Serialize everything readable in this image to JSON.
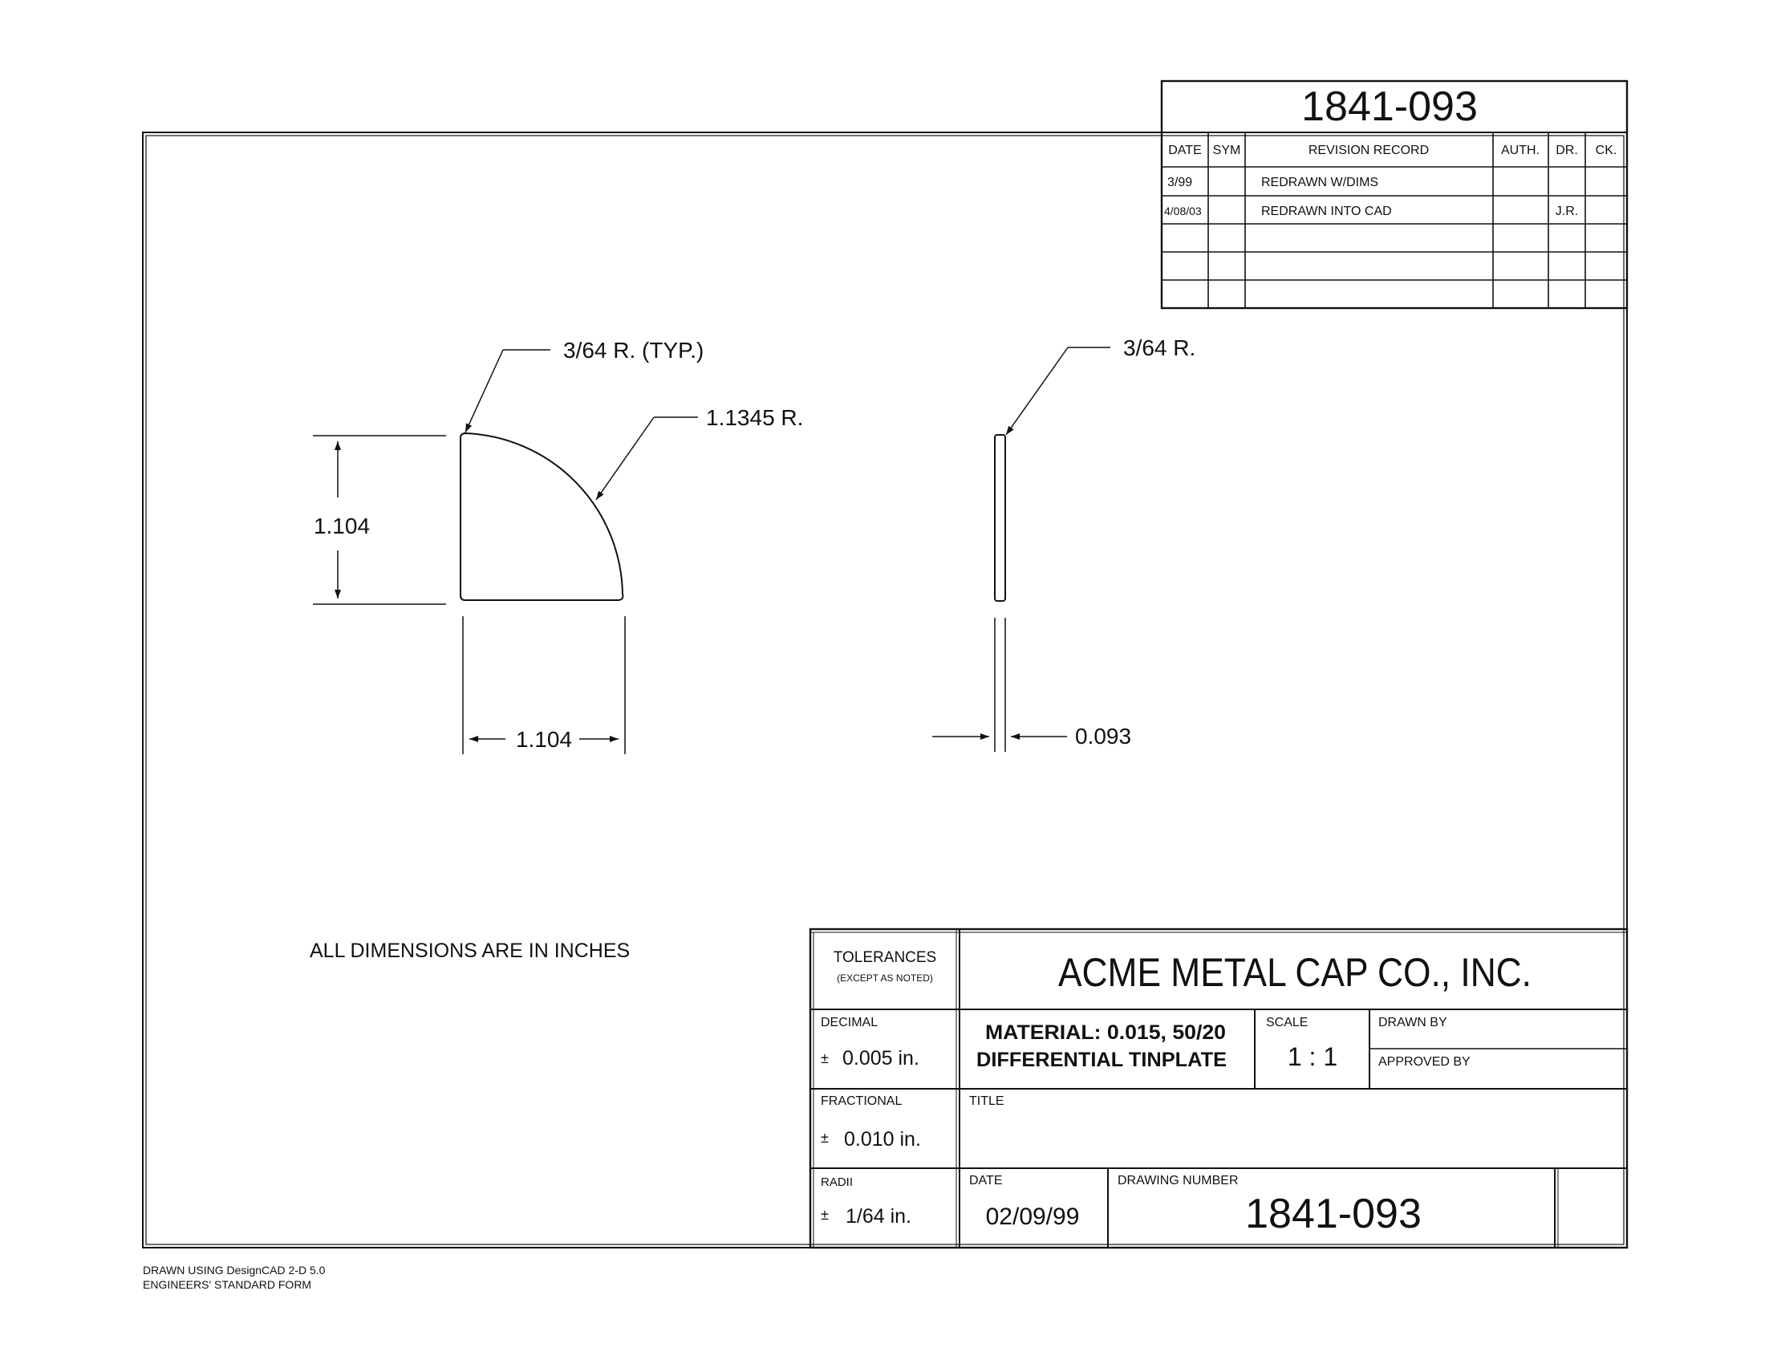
{
  "drawing_number": "1841-093",
  "revision_block": {
    "headers": [
      "DATE",
      "SYM",
      "REVISION RECORD",
      "AUTH.",
      "DR.",
      "CK."
    ],
    "rows": [
      {
        "date": "3/99",
        "sym": "",
        "record": "REDRAWN W/DIMS",
        "auth": "",
        "dr": "",
        "ck": ""
      },
      {
        "date": "4/08/03",
        "sym": "",
        "record": "REDRAWN INTO CAD",
        "auth": "",
        "dr": "J.R.",
        "ck": ""
      },
      {
        "date": "",
        "sym": "",
        "record": "",
        "auth": "",
        "dr": "",
        "ck": ""
      },
      {
        "date": "",
        "sym": "",
        "record": "",
        "auth": "",
        "dr": "",
        "ck": ""
      },
      {
        "date": "",
        "sym": "",
        "record": "",
        "auth": "",
        "dr": "",
        "ck": ""
      }
    ]
  },
  "dimensions": {
    "corner_radius_typ": "3/64 R. (TYP.)",
    "arc_radius": "1.1345 R.",
    "height": "1.104",
    "width": "1.104",
    "side_corner_radius": "3/64 R.",
    "thickness": "0.093"
  },
  "note": "ALL DIMENSIONS ARE IN INCHES",
  "title_block": {
    "tolerances_label": "TOLERANCES",
    "tolerances_sub": "(EXCEPT AS NOTED)",
    "company": "ACME METAL CAP CO., INC.",
    "decimal_label": "DECIMAL",
    "decimal_value": "0.005 in.",
    "fractional_label": "FRACTIONAL",
    "fractional_value": "0.010 in.",
    "radii_label": "RADII",
    "radii_value": "1/64 in.",
    "plus_minus": "±",
    "material_line1": "MATERIAL:  0.015,  50/20",
    "material_line2": "DIFFERENTIAL TINPLATE",
    "scale_label": "SCALE",
    "scale_value": "1 : 1",
    "drawn_by_label": "DRAWN BY",
    "approved_by_label": "APPROVED BY",
    "title_label": "TITLE",
    "date_label": "DATE",
    "date_value": "02/09/99",
    "drawing_number_label": "DRAWING NUMBER",
    "drawing_number_value": "1841-093"
  },
  "footer": {
    "line1": "DRAWN USING DesignCAD 2-D 5.0",
    "line2": "ENGINEERS' STANDARD FORM"
  }
}
